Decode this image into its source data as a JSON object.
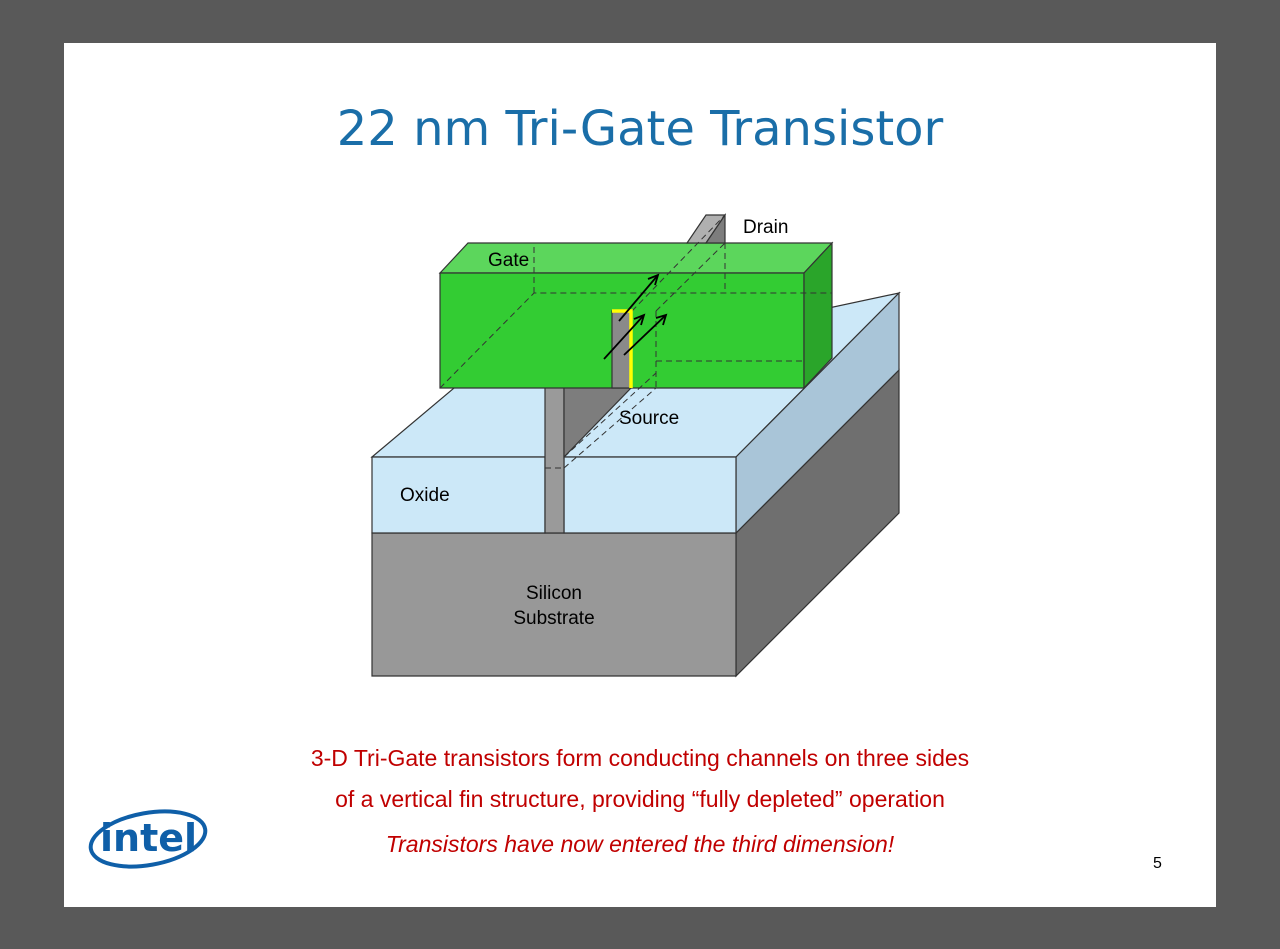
{
  "slide": {
    "title": "22 nm Tri-Gate Transistor",
    "page_number": "5"
  },
  "diagram": {
    "labels": {
      "drain": "Drain",
      "gate": "Gate",
      "source": "Source",
      "oxide": "Oxide",
      "silicon_line1": "Silicon",
      "silicon_line2": "Substrate"
    },
    "colors": {
      "gate_front": "#33cc33",
      "gate_top": "#5cd65c",
      "gate_side": "#2aa52a",
      "oxide_front": "#cce8f8",
      "oxide_side": "#a9c5d8",
      "substrate_front": "#989898",
      "substrate_side": "#6f6f6f",
      "fin": "#8a8a8a",
      "channel_highlight": "#ffff00"
    }
  },
  "captions": {
    "line1": "3-D Tri-Gate transistors form conducting channels on three sides",
    "line2": "of a vertical fin structure, providing “fully depleted” operation",
    "line3": "Transistors have now entered the third dimension!"
  },
  "logo": {
    "text": "intel",
    "color": "#0f5fa8"
  }
}
